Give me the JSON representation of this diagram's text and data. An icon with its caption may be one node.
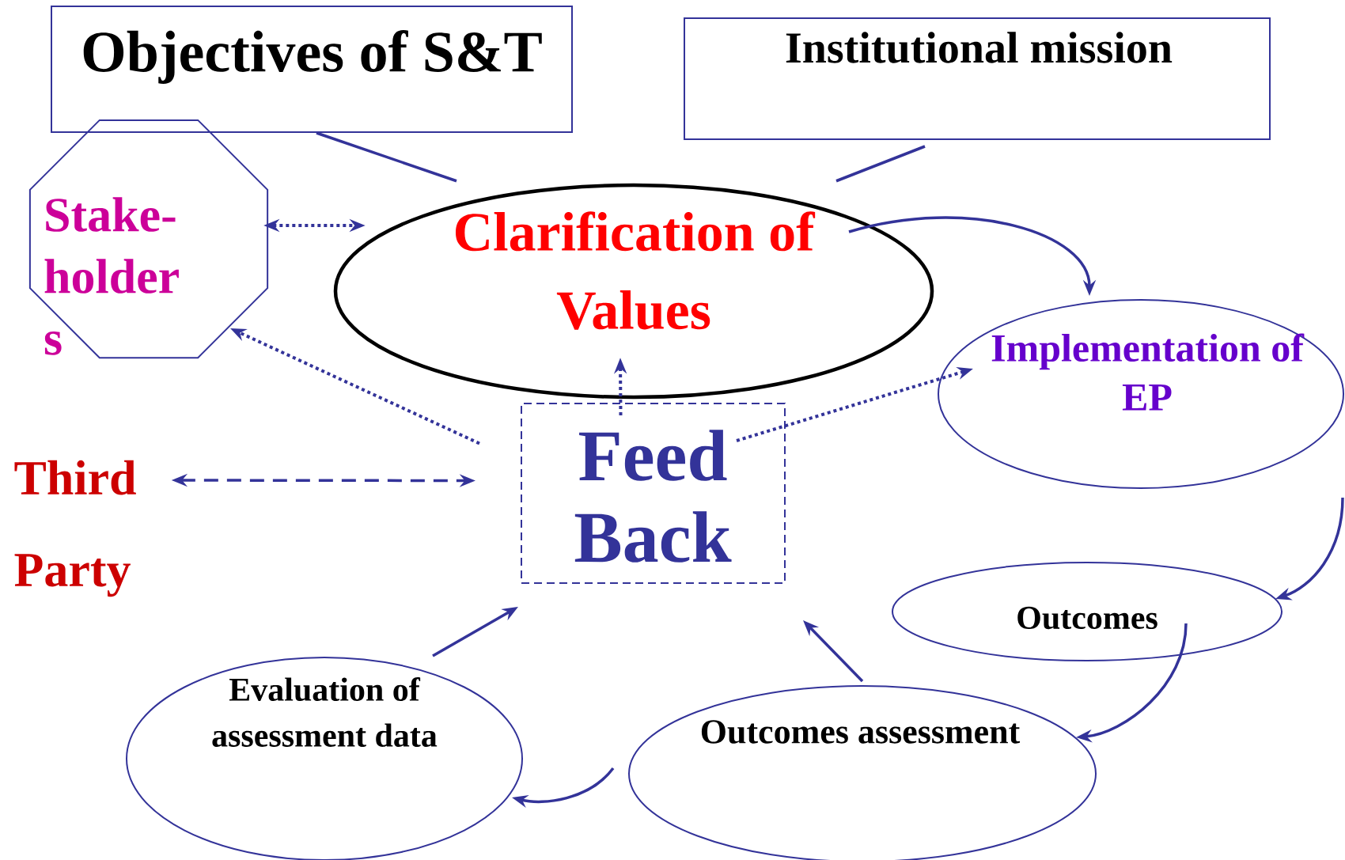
{
  "diagram": {
    "nodes": [
      {
        "text": [
          "Objectives of S&T"
        ]
      },
      {
        "text": [
          "Institutional mission"
        ]
      },
      {
        "text": [
          "Clarification of Values"
        ]
      },
      {
        "text": [
          "Stake- holder s"
        ]
      },
      {
        "text": [
          "Third Party"
        ]
      },
      {
        "text": [
          "Feed Back"
        ]
      },
      {
        "text": [
          "Implementation of EP"
        ]
      },
      {
        "text": [
          "Outcomes"
        ]
      },
      {
        "text": [
          "Outcomes assessment"
        ]
      },
      {
        "text": [
          "Evaluation of assessment data"
        ]
      }
    ],
    "edges": [
      {
        "from": 0,
        "to": 2,
        "arrow": "none"
      },
      {
        "from": 1,
        "to": 2,
        "arrow": "none"
      },
      {
        "from": 3,
        "to": 2,
        "arrow": "both",
        "style": "dashed"
      },
      {
        "from": 5,
        "to": 3,
        "arrow": "to",
        "style": "dashed"
      },
      {
        "from": 5,
        "to": 2,
        "arrow": "to",
        "style": "dashed"
      },
      {
        "from": 5,
        "to": 6,
        "arrow": "to",
        "style": "dashed"
      },
      {
        "from": 4,
        "to": 5,
        "arrow": "both",
        "style": "dashed"
      },
      {
        "from": 2,
        "to": 6,
        "arrow": "to"
      },
      {
        "from": 6,
        "to": 7,
        "arrow": "to"
      },
      {
        "from": 7,
        "to": 8,
        "arrow": "to"
      },
      {
        "from": 8,
        "to": 9,
        "arrow": "to"
      },
      {
        "from": 9,
        "to": 5,
        "arrow": "to"
      },
      {
        "from": 8,
        "to": 5,
        "arrow": "to"
      }
    ]
  }
}
